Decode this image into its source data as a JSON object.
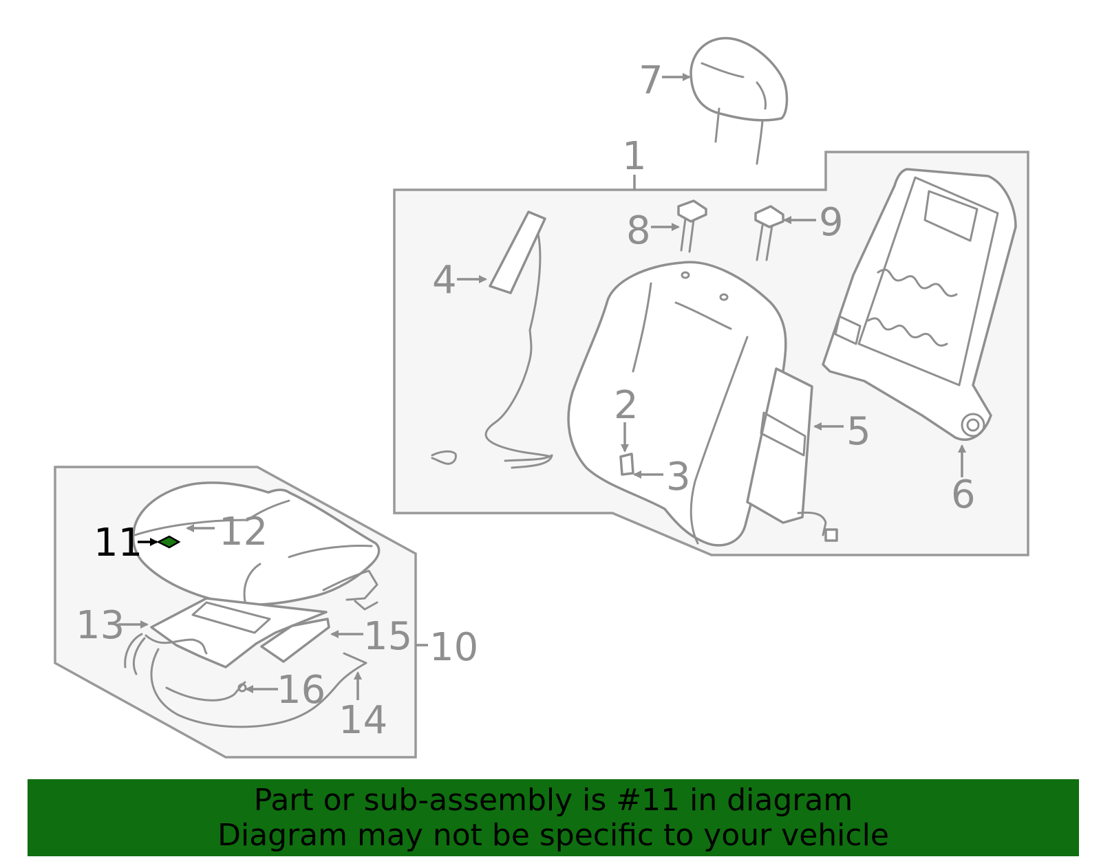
{
  "callouts": {
    "c1": "1",
    "c2": "2",
    "c3": "3",
    "c4": "4",
    "c5": "5",
    "c6": "6",
    "c7": "7",
    "c8": "8",
    "c9": "9",
    "c10": "10",
    "c11": "11",
    "c12": "12",
    "c13": "13",
    "c14": "14",
    "c15": "15",
    "c16": "16"
  },
  "highlighted_part": "11",
  "colors": {
    "highlight": "#1b7a12",
    "banner_background": "#0f6e0f",
    "diagram_lines": "#8f8f8f"
  },
  "banner": {
    "line1": "Part or sub-assembly is #11 in diagram",
    "line2": "Diagram may not be specific to your vehicle"
  }
}
